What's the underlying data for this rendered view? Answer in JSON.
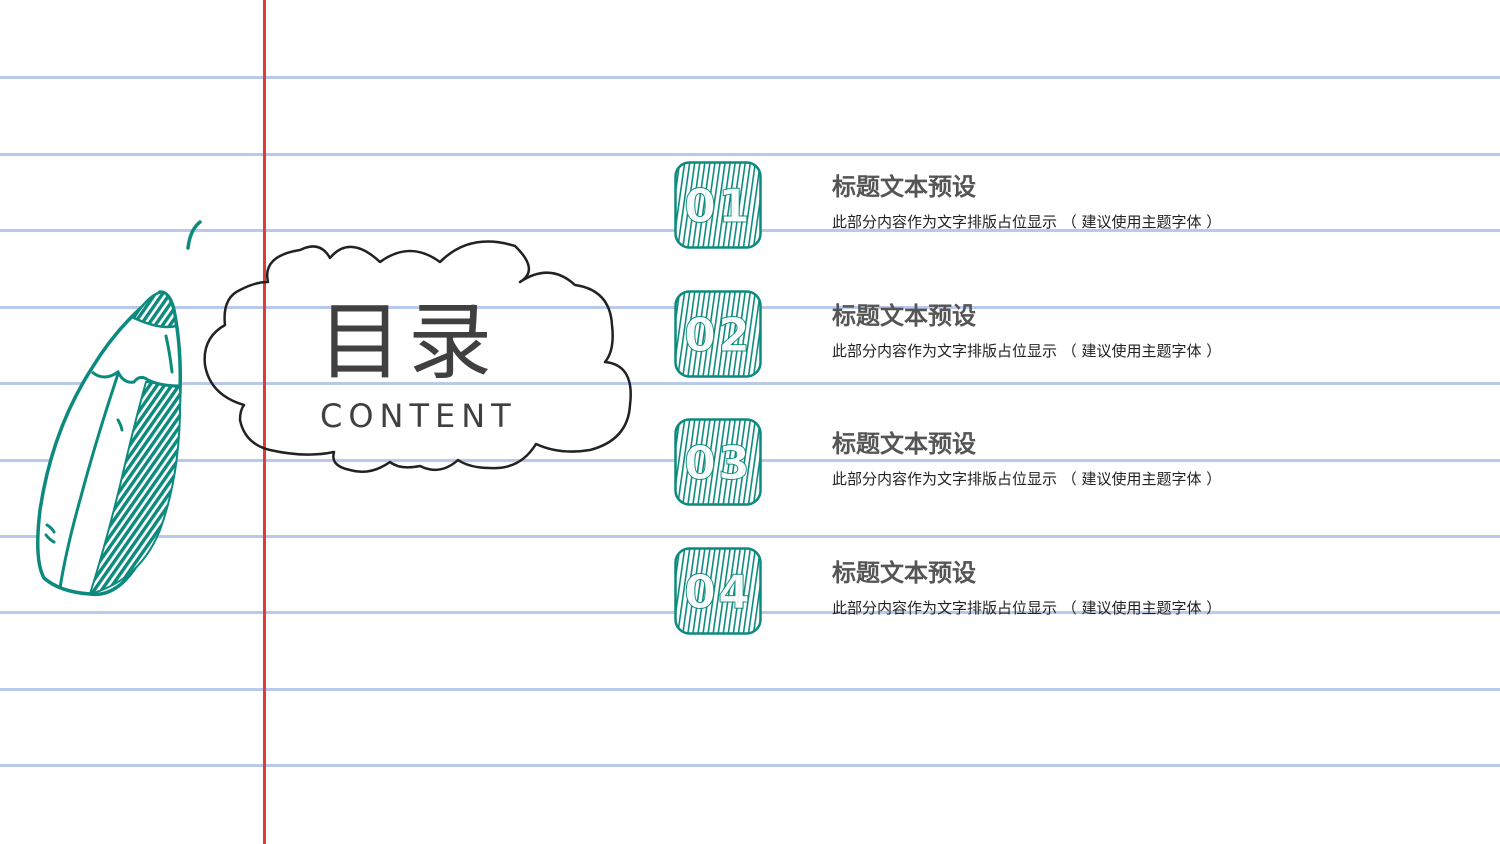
{
  "slide": {
    "title_cn": "目录",
    "title_en": "CONTENT",
    "colors": {
      "accent": "#0d8a7e",
      "rule_line": "#b9c9ec",
      "margin_line": "#e23a36",
      "title_text": "#404040",
      "item_title": "#555555",
      "item_desc": "#222222"
    },
    "items": [
      {
        "number": "01",
        "title": "标题文本预设",
        "desc": "此部分内容作为文字排版占位显示 （ 建议使用主题字体 ）"
      },
      {
        "number": "02",
        "title": "标题文本预设",
        "desc": "此部分内容作为文字排版占位显示 （ 建议使用主题字体 ）"
      },
      {
        "number": "03",
        "title": "标题文本预设",
        "desc": "此部分内容作为文字排版占位显示 （ 建议使用主题字体 ）"
      },
      {
        "number": "04",
        "title": "标题文本预设",
        "desc": "此部分内容作为文字排版占位显示 （ 建议使用主题字体 ）"
      }
    ],
    "icons": [
      "pencil-icon",
      "cloud-icon",
      "number-badge-icon"
    ]
  }
}
